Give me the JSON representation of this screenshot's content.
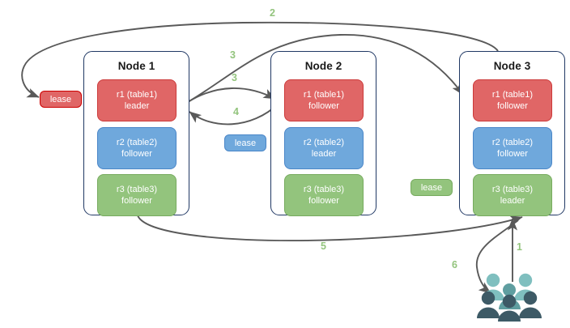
{
  "diagram": {
    "title": "Multi-Raft lease and request routing diagram",
    "background": "#ffffff",
    "accent_green": "#93c47d",
    "arrow_color": "#595959",
    "node_border": "#203864"
  },
  "nodes": [
    {
      "id": "node1",
      "title": "Node 1",
      "replicas": [
        {
          "name": "r1 (table1)",
          "role": "leader",
          "color": "#e06666",
          "kind": "red"
        },
        {
          "name": "r2 (table2)",
          "role": "follower",
          "color": "#6fa8dc",
          "kind": "blue"
        },
        {
          "name": "r3 (table3)",
          "role": "follower",
          "color": "#93c47d",
          "kind": "green"
        }
      ]
    },
    {
      "id": "node2",
      "title": "Node 2",
      "replicas": [
        {
          "name": "r1 (table1)",
          "role": "follower",
          "color": "#e06666",
          "kind": "red"
        },
        {
          "name": "r2 (table2)",
          "role": "leader",
          "color": "#6fa8dc",
          "kind": "blue"
        },
        {
          "name": "r3 (table3)",
          "role": "follower",
          "color": "#93c47d",
          "kind": "green"
        }
      ]
    },
    {
      "id": "node3",
      "title": "Node 3",
      "replicas": [
        {
          "name": "r1 (table1)",
          "role": "follower",
          "color": "#e06666",
          "kind": "red"
        },
        {
          "name": "r2 (table2)",
          "role": "follower",
          "color": "#6fa8dc",
          "kind": "blue"
        },
        {
          "name": "r3 (table3)",
          "role": "leader",
          "color": "#93c47d",
          "kind": "green"
        }
      ]
    }
  ],
  "leases": [
    {
      "id": "lease-r1",
      "label": "lease",
      "kind": "red"
    },
    {
      "id": "lease-r2",
      "label": "lease",
      "kind": "blue"
    },
    {
      "id": "lease-r3",
      "label": "lease",
      "kind": "green"
    }
  ],
  "steps": [
    {
      "id": "step-1",
      "label": "1"
    },
    {
      "id": "step-2",
      "label": "2"
    },
    {
      "id": "step-3a",
      "label": "3"
    },
    {
      "id": "step-3b",
      "label": "3"
    },
    {
      "id": "step-4",
      "label": "4"
    },
    {
      "id": "step-5",
      "label": "5"
    },
    {
      "id": "step-6",
      "label": "6"
    }
  ],
  "users_icon": {
    "name": "users-group-icon",
    "color_back": "#7fbfbf",
    "color_mid": "#5f9ea0",
    "color_front": "#3d5a66"
  }
}
